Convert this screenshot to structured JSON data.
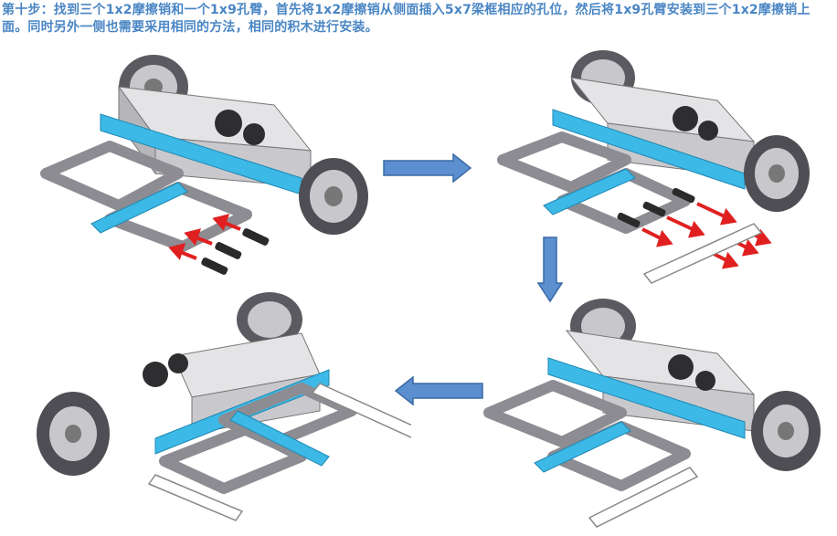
{
  "instruction": "第十步：找到三个1x2摩擦销和一个1x9孔臂，首先将1x2摩擦销从侧面插入5x7梁框相应的孔位，然后将1x9孔臂安装到三个1x2摩擦销上面。同时另外一侧也需要采用相同的方法，相同的积木进行安装。",
  "colors": {
    "text": "#4a86c4",
    "arrow_fill": "#5b8fd0",
    "arrow_stroke": "#3a6aa6",
    "cyan_beam": "#3cb9e6",
    "gray_frame": "#8c8c92",
    "motor": "#d9d9dc",
    "wheel": "#55555a",
    "red_arrow": "#e02020",
    "pin": "#2a2a2a"
  },
  "steps": [
    {
      "id": 1,
      "image": "robot-frame-with-friction-pins"
    },
    {
      "id": 2,
      "image": "robot-frame-with-1x9-beam"
    },
    {
      "id": 3,
      "image": "robot-frame-beam-installed"
    },
    {
      "id": 4,
      "image": "robot-frame-both-sides-installed"
    }
  ]
}
